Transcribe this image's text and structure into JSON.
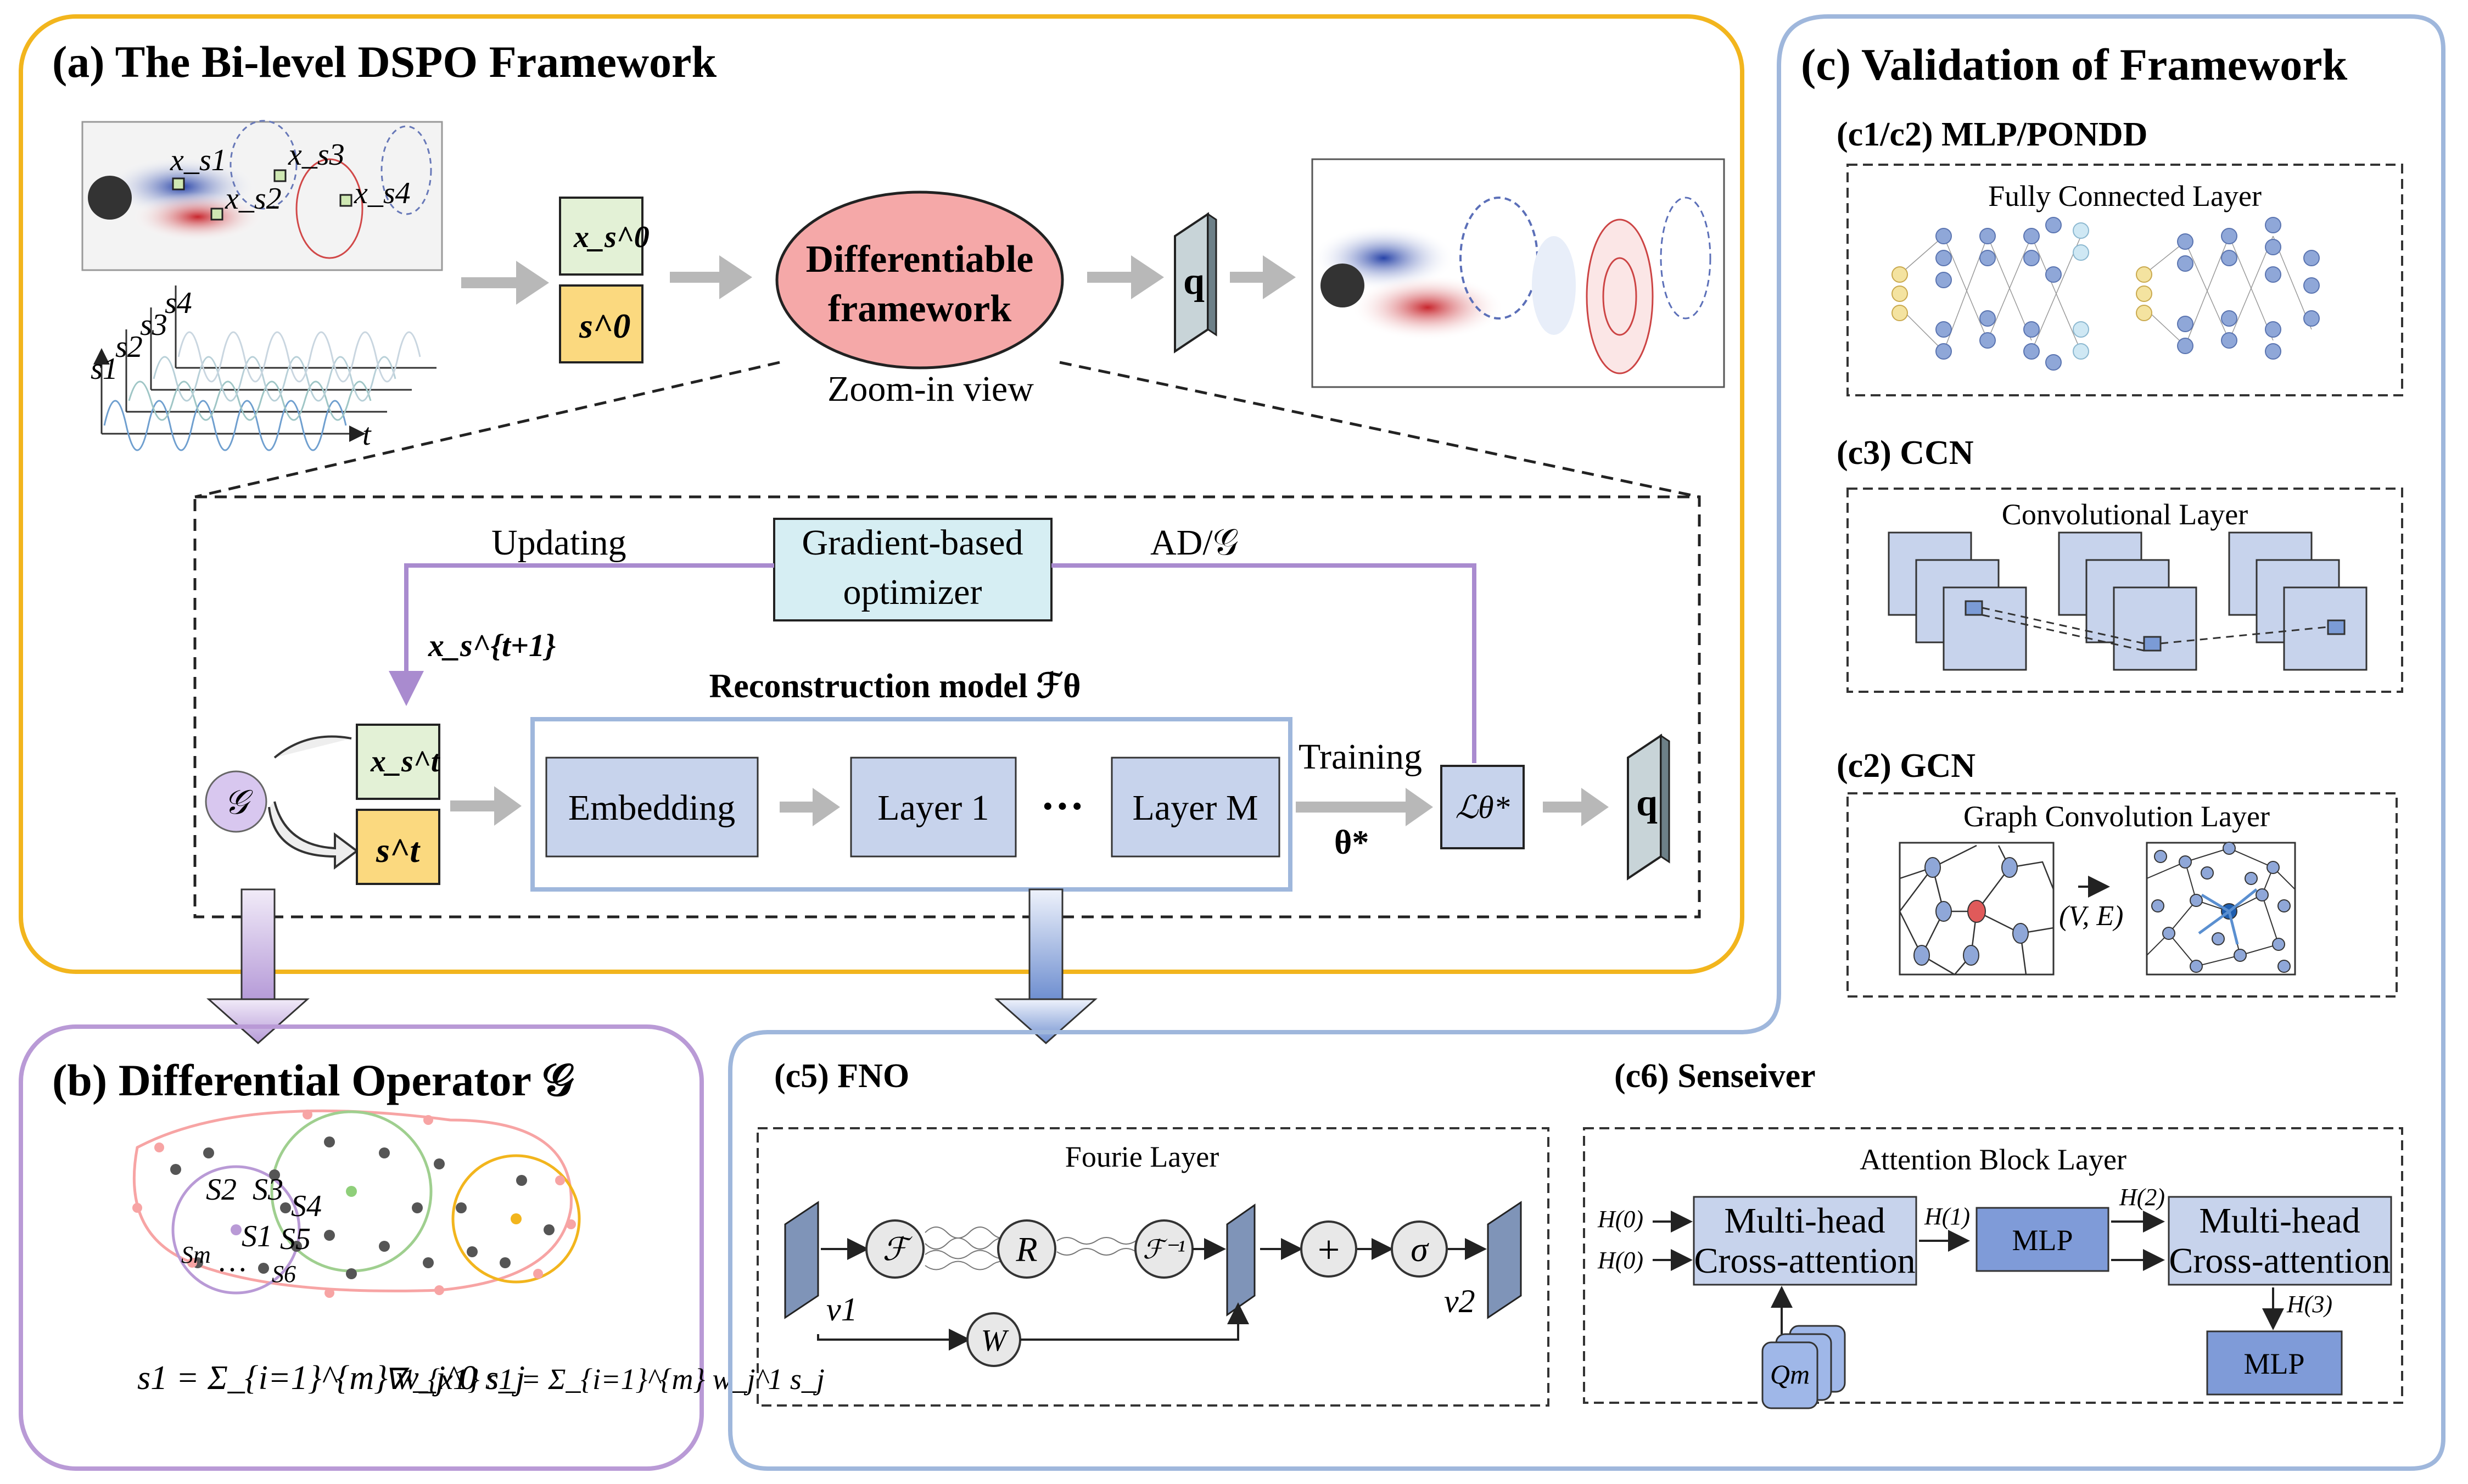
{
  "panel_a": {
    "title": "(a) The Bi-level DSPO Framework",
    "sensor_labels": [
      "x_s1",
      "x_s2",
      "x_s3",
      "x_s4"
    ],
    "sensor_axis_labels": [
      "s1",
      "s2",
      "s3",
      "s4",
      "t"
    ],
    "xs0": "x_s^0",
    "s0": "s^0",
    "differentiable_line1": "Differentiable",
    "differentiable_line2": "framework",
    "q": "q",
    "zoom_in": "Zoom-in view",
    "updating": "Updating",
    "optimizer_line1": "Gradient-based",
    "optimizer_line2": "optimizer",
    "ad_g": "AD/𝒢",
    "xs_t1": "x_s^{t+1}",
    "recon_model": "Reconstruction model ℱθ",
    "g": "𝒢",
    "xs_t": "x_s^t",
    "s_t": "s^t",
    "embedding": "Embedding",
    "layer1": "Layer 1",
    "dots": "···",
    "layerM": "Layer M",
    "training": "Training",
    "theta_star": "θ*",
    "loss": "ℒθ*",
    "q2": "q"
  },
  "panel_b": {
    "title": "(b) Differential Operator 𝒢",
    "stencil_labels": [
      "S2",
      "S3",
      "S4",
      "S1",
      "S5",
      "Sm",
      "…",
      "S6"
    ],
    "formula1": "s1 = Σ_{i=1}^{m} w_j^0 s_j",
    "formula2": "∇¹_{x1} s1 = Σ_{i=1}^{m} w_j^1 s_j"
  },
  "panel_c": {
    "title": "(c) Validation of Framework",
    "c12": {
      "title": "(c1/c2) MLP/PONDD",
      "layer": "Fully Connected Layer"
    },
    "c3": {
      "title": "(c3) CCN",
      "layer": "Convolutional Layer"
    },
    "c2": {
      "title": "(c2) GCN",
      "layer": "Graph Convolution Layer",
      "ve": "(V, E)"
    },
    "c5": {
      "title": "(c5) FNO",
      "layer": "Fourie Layer",
      "v1": "v1",
      "v2": "v2",
      "F": "ℱ",
      "R": "R",
      "Finv": "ℱ⁻¹",
      "plus": "+",
      "sigma": "σ",
      "W": "W"
    },
    "c6": {
      "title": "(c6) Senseiver",
      "layer": "Attention Block Layer",
      "h0a": "H(0)",
      "h0b": "H(0)",
      "h1": "H(1)",
      "h2": "H(2)",
      "h3": "H(3)",
      "mh1_line1": "Multi-head",
      "mh1_line2": "Cross-attention",
      "mlp1": "MLP",
      "mh2_line1": "Multi-head",
      "mh2_line2": "Cross-attention",
      "mlp2": "MLP",
      "qm": "Qm"
    }
  },
  "colors": {
    "panel_a_border": "#f2b51d",
    "panel_b_border": "#b99ad6",
    "panel_c_border": "#9fb7dc",
    "sensor_green": "#e3f1d6",
    "sensor_yellow": "#fbd97f",
    "ellipse_red": "#f7a4a4",
    "block_blue": "#c7d3ec",
    "optimizer_cyan": "#d6eef3",
    "purple_arrow": "#a98bcf"
  }
}
